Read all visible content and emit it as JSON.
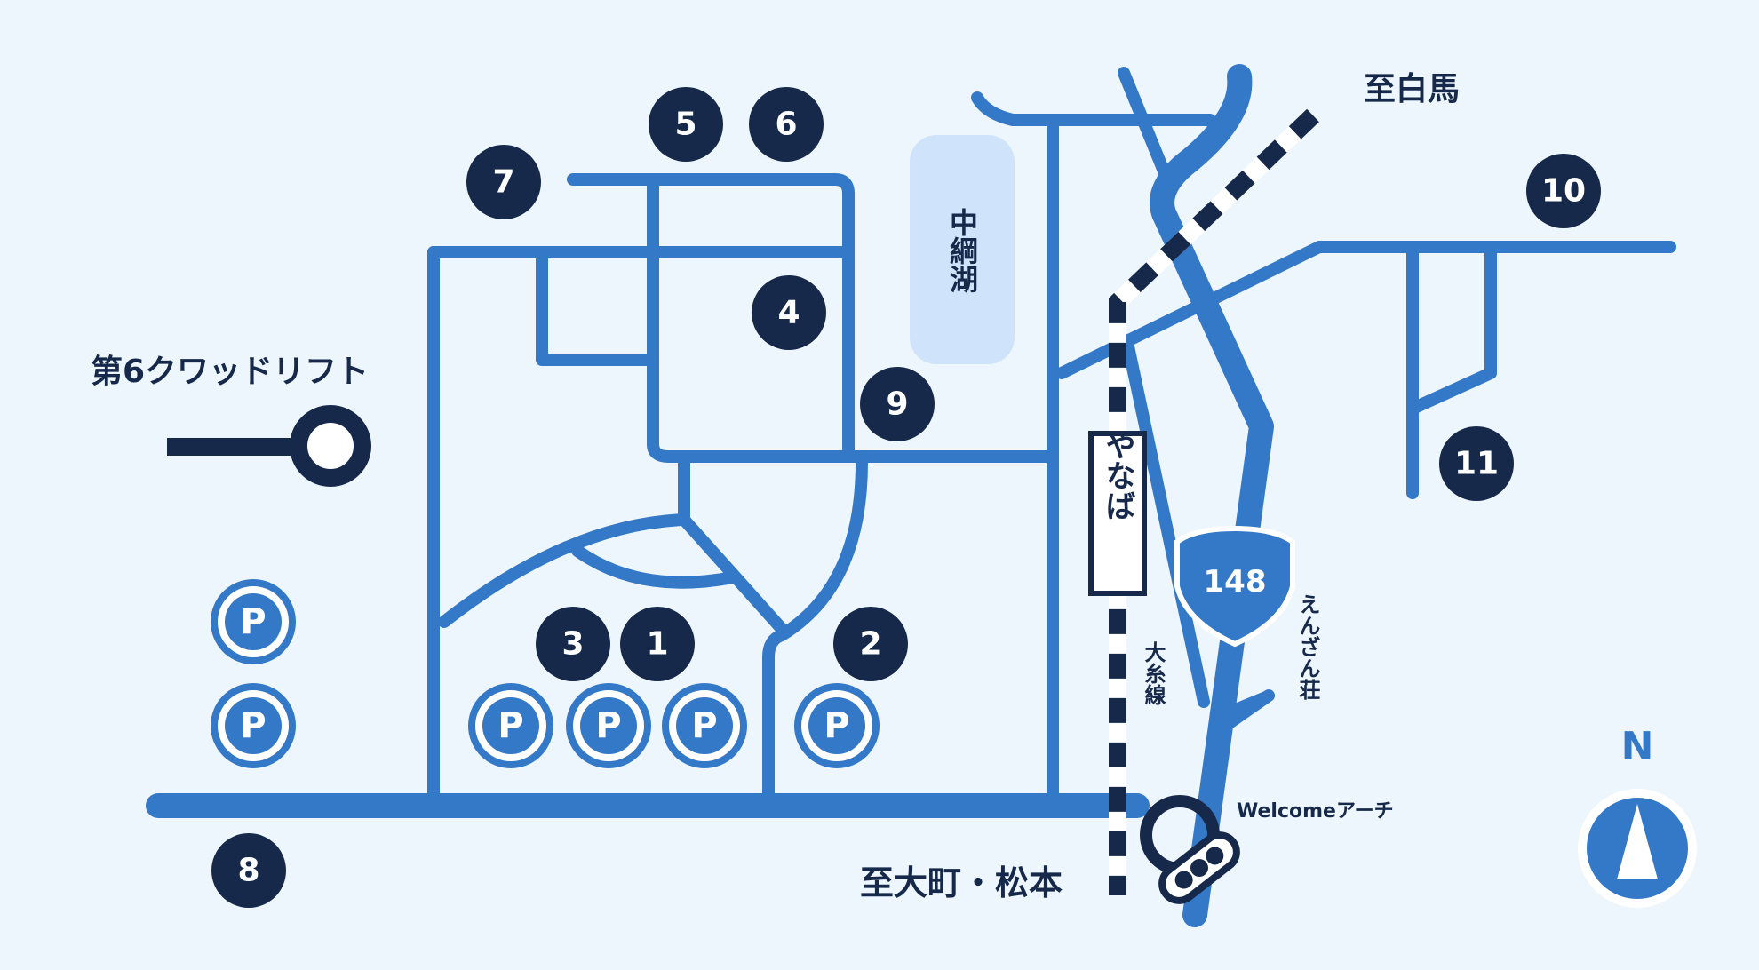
{
  "map": {
    "markers": [
      "1",
      "2",
      "3",
      "4",
      "5",
      "6",
      "7",
      "8",
      "9",
      "10",
      "11"
    ],
    "lake_label": "中綱湖",
    "lift_label": "第6クワッドリフト",
    "parking_label": "P",
    "station_label": "やなば",
    "route_number": "148",
    "to_hakuba": "至白馬",
    "to_omachi_matsumoto": "至大町・松本",
    "welcome_arch": "Welcomeアーチ",
    "railway_label": "大糸線",
    "inn_label": "えんざん荘",
    "compass_north": "N"
  },
  "colors": {
    "background": "#eef6fd",
    "road": "#3478c8",
    "marker": "#16294a",
    "lake": "#cfe4fa"
  }
}
